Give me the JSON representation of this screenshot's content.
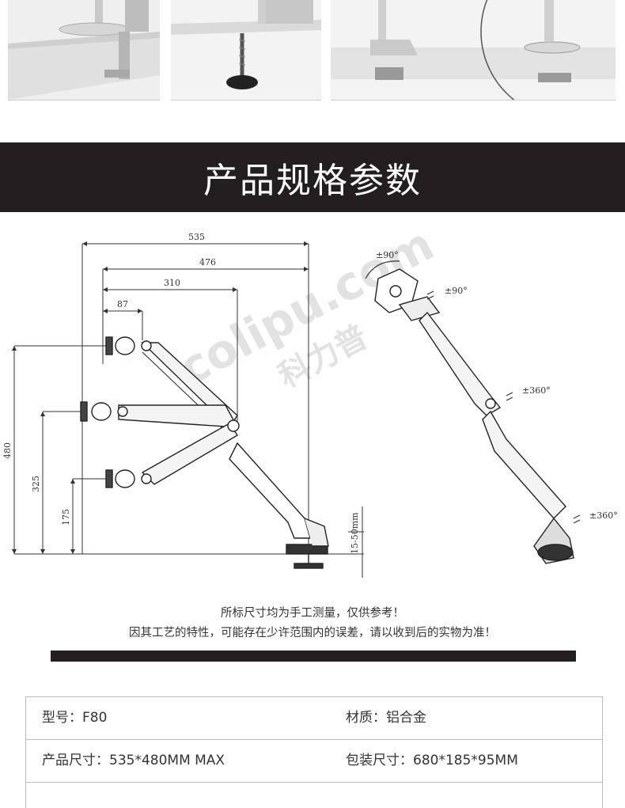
{
  "banner": {
    "title": "产品规格参数"
  },
  "diagram": {
    "dims": {
      "w535": "535",
      "w476": "476",
      "w310": "310",
      "w87": "87",
      "h480": "480",
      "h325": "325",
      "h175": "175",
      "clamp": "15-50mm"
    },
    "rotations": {
      "tilt": "±90°",
      "swivel": "±90°",
      "elbow": "±360°",
      "base": "±360°"
    },
    "watermark": {
      "brand_cn": "科力普",
      "brand_url": "colipu.com"
    }
  },
  "notes": {
    "line1": "所标尺寸均为手工测量，仅供参考！",
    "line2": "因其工艺的特性，可能存在少许范围内的误差，请以收到后的实物为准！"
  },
  "specs": [
    {
      "left_label": "型号：",
      "left_value": "F80",
      "right_label": "材质：",
      "right_value": "铝合金"
    },
    {
      "left_label": "产品尺寸：",
      "left_value": "535*480MM MAX",
      "right_label": "包装尺寸：",
      "right_value": "680*185*95MM"
    }
  ],
  "colors": {
    "banner_bg": "#231f20",
    "rule": "#231f20",
    "line": "#333333"
  }
}
